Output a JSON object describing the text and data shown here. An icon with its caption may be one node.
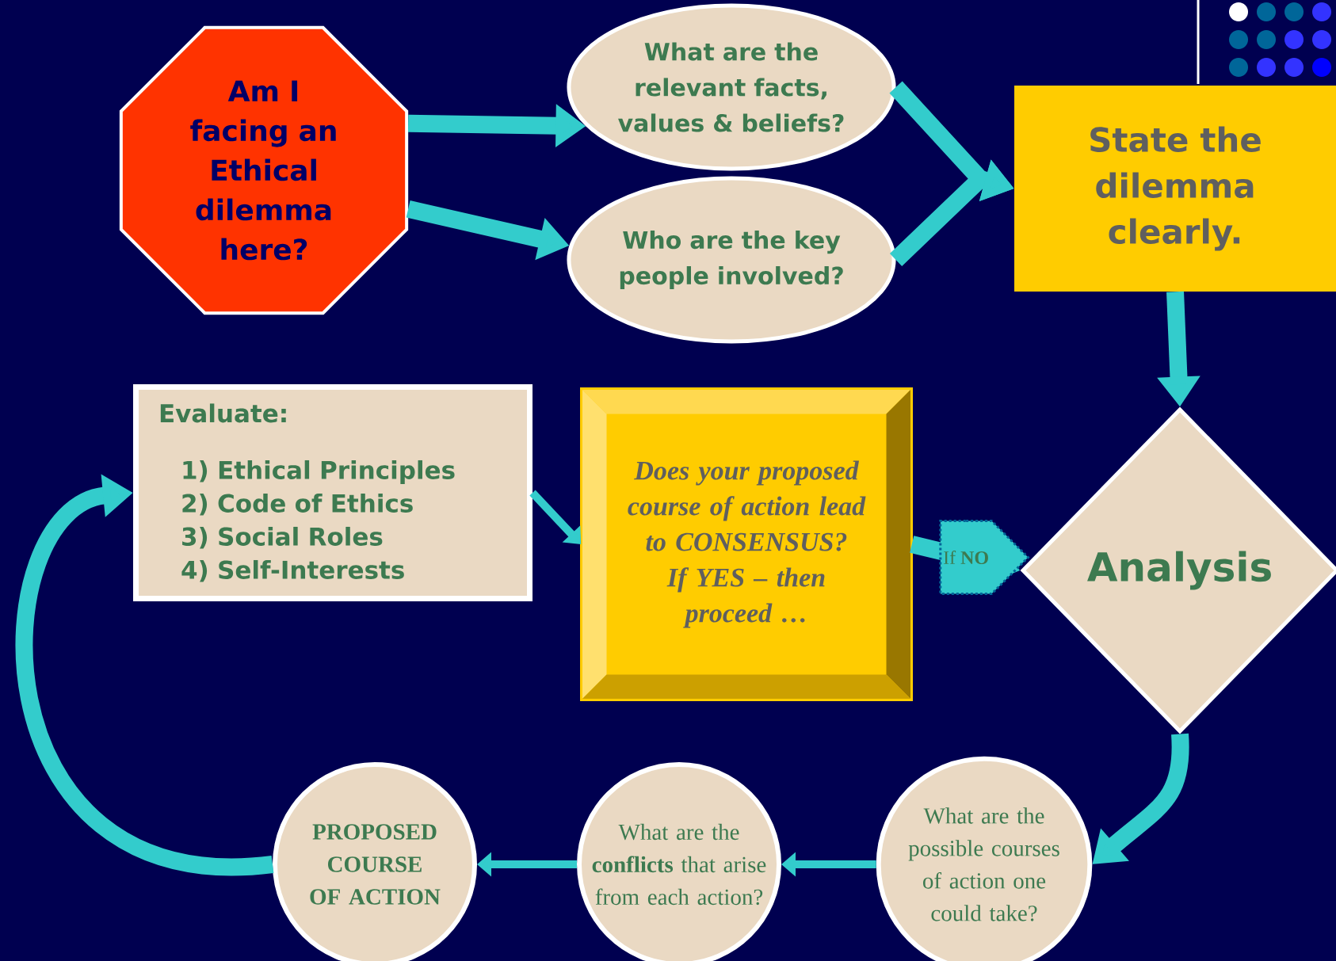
{
  "diagram": {
    "nodes": [
      {
        "text": [
          "Am I facing an Ethical dilemma here?"
        ]
      },
      {
        "text": [
          "What are the relevant facts, values & beliefs?"
        ]
      },
      {
        "text": [
          "Who are the key people involved?"
        ]
      },
      {
        "text": [
          "State the dilemma clearly."
        ]
      },
      {
        "text": [
          "Analysis"
        ]
      },
      {
        "text": [
          "Does your proposed course of action lead to CONSENSUS? If YES – then proceed …"
        ]
      },
      {
        "text": [
          "Evaluate:",
          "1) Ethical Principles",
          "2) Code of Ethics",
          "3) Social Roles",
          "4) Self-Interests"
        ]
      },
      {
        "text": [
          "What are the possible courses of action one could take?"
        ]
      },
      {
        "text": [
          "What are the **conflicts** that arise from each action?"
        ]
      },
      {
        "text": [
          "PROPOSED COURSE OF ACTION"
        ]
      }
    ],
    "edges": [
      {
        "from": 0,
        "to": 1,
        "arrow": "to"
      },
      {
        "from": 0,
        "to": 2,
        "arrow": "to"
      },
      {
        "from": 1,
        "to": 3,
        "arrow": "to"
      },
      {
        "from": 2,
        "to": 3,
        "arrow": "to"
      },
      {
        "from": 3,
        "to": 4,
        "arrow": "to"
      },
      {
        "from": 4,
        "to": 7,
        "arrow": "to"
      },
      {
        "from": 7,
        "to": 8,
        "arrow": "to"
      },
      {
        "from": 8,
        "to": 9,
        "arrow": "to"
      },
      {
        "from": 9,
        "to": 6,
        "arrow": "to"
      },
      {
        "from": 6,
        "to": 5,
        "arrow": "to"
      },
      {
        "from": 5,
        "to": 4,
        "arrow": "to",
        "label": "If **NO**"
      }
    ]
  }
}
